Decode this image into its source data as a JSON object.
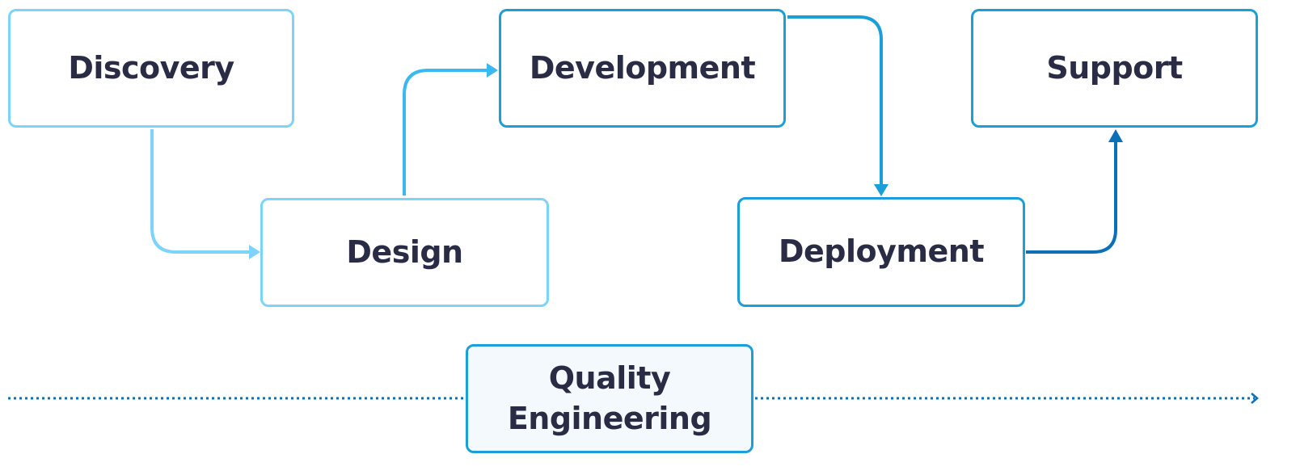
{
  "nodes": {
    "discovery": "Discovery",
    "design": "Design",
    "development": "Development",
    "deployment": "Deployment",
    "support": "Support",
    "quality": "Quality Engineering"
  },
  "colors": {
    "light": "#7dd3fc",
    "mid": "#3bb8f0",
    "blue": "#1a9fdb",
    "dark": "#0a70b8",
    "text": "#2a2c45"
  }
}
